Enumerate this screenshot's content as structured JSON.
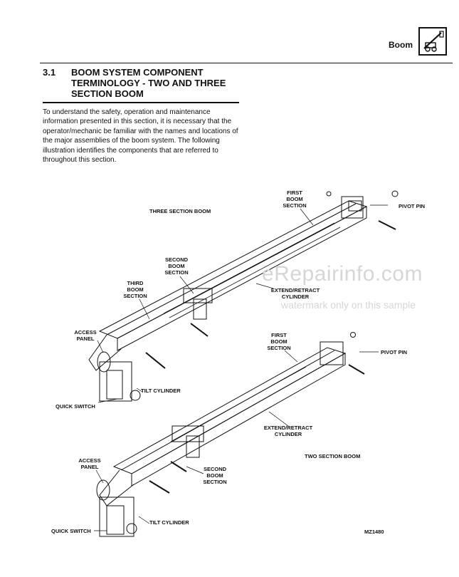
{
  "header": {
    "section_label": "Boom",
    "icon": "telehandler-boom-icon"
  },
  "section": {
    "number": "3.1",
    "title": "BOOM SYSTEM COMPONENT\nTERMINOLOGY - TWO AND THREE\nSECTION BOOM",
    "intro": "To understand the safety, operation and maintenance information presented in this section, it is necessary that the operator/mechanic be familiar with the names and locations of the major assemblies of the boom system. The following illustration identifies the components that are referred to throughout this section."
  },
  "figure": {
    "three_section": {
      "caption": "THREE SECTION BOOM",
      "first_boom_section": [
        "FIRST",
        "BOOM",
        "SECTION"
      ],
      "pivot_pin": "PIVOT PIN",
      "second_boom_section": [
        "SECOND",
        "BOOM",
        "SECTION"
      ],
      "third_boom_section": [
        "THIRD",
        "BOOM",
        "SECTION"
      ],
      "extend_retract_cylinder": [
        "EXTEND/RETRACT",
        "CYLINDER"
      ],
      "access_panel": [
        "ACCESS",
        "PANEL"
      ],
      "tilt_cylinder": "TILT CYLINDER",
      "quick_switch": "QUICK SWITCH"
    },
    "two_section": {
      "caption": "TWO SECTION BOOM",
      "first_boom_section": [
        "FIRST",
        "BOOM",
        "SECTION"
      ],
      "pivot_pin": "PIVOT PIN",
      "extend_retract_cylinder": [
        "EXTEND/RETRACT",
        "CYLINDER"
      ],
      "second_boom_section": [
        "SECOND",
        "BOOM",
        "SECTION"
      ],
      "access_panel": [
        "ACCESS",
        "PANEL"
      ],
      "tilt_cylinder": "TILT CYLINDER",
      "quick_switch": "QUICK SWITCH"
    },
    "figure_id": "MZ1480"
  },
  "watermark": {
    "site": "eRepairinfo.com",
    "note": "watermark only on this sample"
  }
}
